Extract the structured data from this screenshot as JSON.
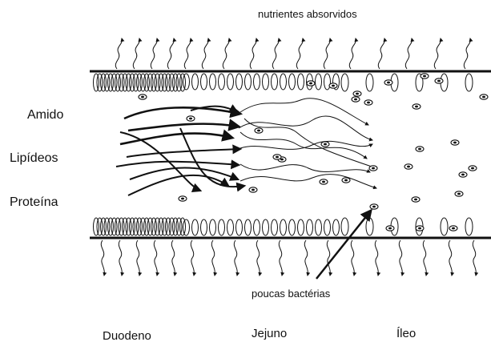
{
  "labels": {
    "absorbed": "nutrientes absorvidos",
    "bacteria": "poucas bactérias",
    "inputs": [
      "Amido",
      "Lipídeos",
      "Proteína"
    ],
    "segments": [
      "Duodeno",
      "Jejuno",
      "Íleo"
    ]
  },
  "colors": {
    "ink": "#111111",
    "background": "#ffffff"
  },
  "icons": [
    "wavy-arrow-icon",
    "bacterium-icon",
    "villus-icon"
  ]
}
